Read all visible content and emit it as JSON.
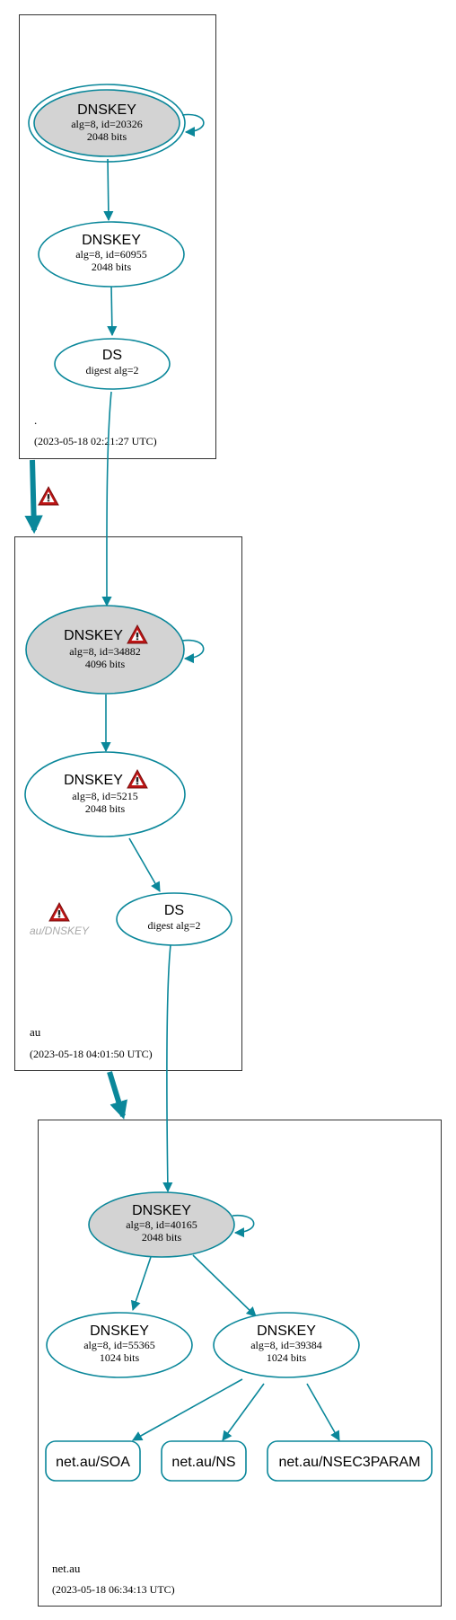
{
  "colors": {
    "edge": "#0a879a",
    "node_fill_ksk": "#d3d3d3",
    "node_fill": "#ffffff",
    "cluster_border": "#333333",
    "warning_red": "#be1515",
    "muted": "#a8a8a8"
  },
  "zones": {
    "root": {
      "name": ".",
      "timestamp": "(2023-05-18 02:21:27 UTC)"
    },
    "au": {
      "name": "au",
      "timestamp": "(2023-05-18 04:01:50 UTC)"
    },
    "netau": {
      "name": "net.au",
      "timestamp": "(2023-05-18 06:34:13 UTC)"
    }
  },
  "nodes": {
    "root_ksk": {
      "title": "DNSKEY",
      "line1": "alg=8, id=20326",
      "line2": "2048 bits"
    },
    "root_zsk": {
      "title": "DNSKEY",
      "line1": "alg=8, id=60955",
      "line2": "2048 bits"
    },
    "root_ds": {
      "title": "DS",
      "line1": "digest alg=2"
    },
    "au_ksk": {
      "title": "DNSKEY",
      "line1": "alg=8, id=34882",
      "line2": "4096 bits",
      "warning_icon": "warning-triangle-icon"
    },
    "au_zsk": {
      "title": "DNSKEY",
      "line1": "alg=8, id=5215",
      "line2": "2048 bits",
      "warning_icon": "warning-triangle-icon"
    },
    "au_ds": {
      "title": "DS",
      "line1": "digest alg=2"
    },
    "au_dnskey_warn": {
      "label": "au/DNSKEY",
      "icon": "warning-triangle-icon"
    },
    "net_ksk": {
      "title": "DNSKEY",
      "line1": "alg=8, id=40165",
      "line2": "2048 bits"
    },
    "net_zsk1": {
      "title": "DNSKEY",
      "line1": "alg=8, id=55365",
      "line2": "1024 bits"
    },
    "net_zsk2": {
      "title": "DNSKEY",
      "line1": "alg=8, id=39384",
      "line2": "1024 bits"
    },
    "net_soa": {
      "label": "net.au/SOA"
    },
    "net_ns": {
      "label": "net.au/NS"
    },
    "net_nsec3param": {
      "label": "net.au/NSEC3PARAM"
    }
  },
  "delegation_warning_icon": "warning-triangle-icon"
}
